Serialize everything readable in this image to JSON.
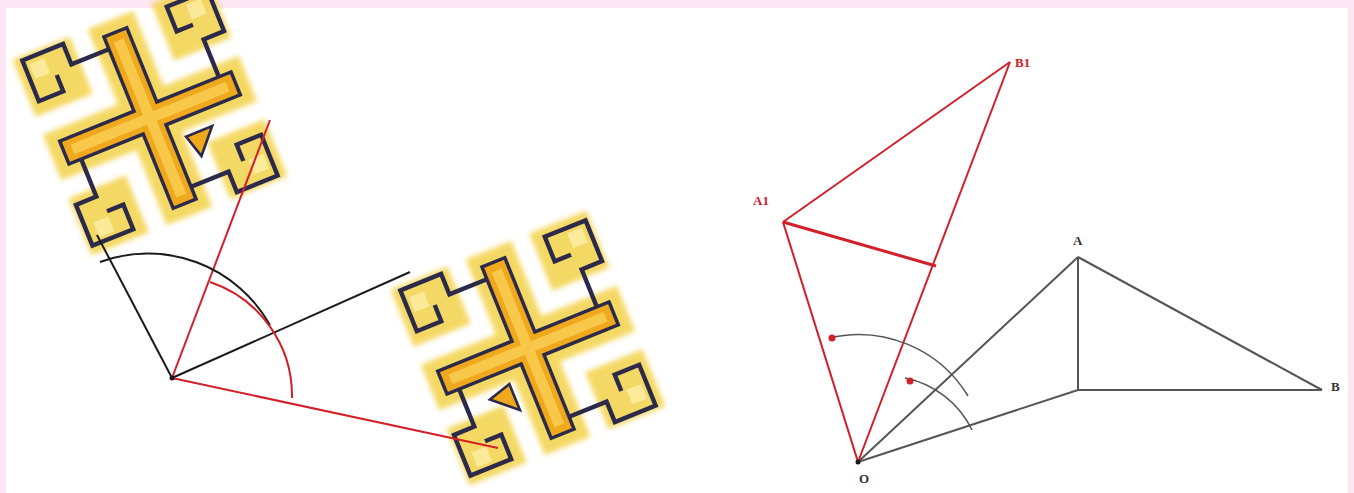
{
  "diagram": {
    "labels": [
      "B1",
      "A1",
      "A",
      "B",
      "O"
    ]
  }
}
